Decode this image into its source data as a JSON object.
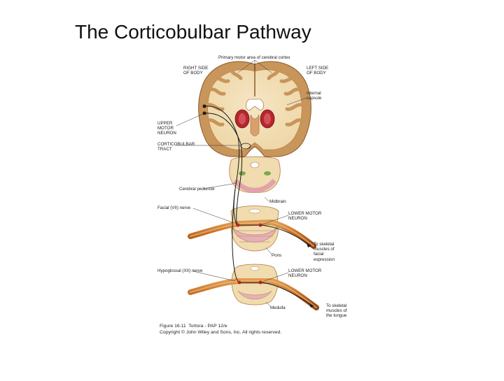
{
  "slide": {
    "title": "The Corticobulbar Pathway"
  },
  "figure": {
    "labels": {
      "primary_motor_area": "Primary motor area of cerebral cortex",
      "right_side": "RIGHT SIDE\nOF BODY",
      "left_side": "LEFT SIDE\nOF BODY",
      "internal_capsule": "Internal\ncapsule",
      "upper_motor_neuron": "UPPER\nMOTOR\nNEURON",
      "corticobulbar_tract": "CORTICOBULBAR\nTRACT",
      "cerebral_peduncle": "Cerebral peduncle",
      "midbrain": "Midbrain",
      "facial_nerve": "Facial (VII) nerve",
      "lower_motor_neuron_1": "LOWER MOTOR\nNEURON",
      "skeletal_facial": "To skeletal\nmuscles of\nfacial\nexpression",
      "pons": "Pons",
      "hypoglossal_nerve": "Hypoglossal (XII) nerve",
      "lower_motor_neuron_2": "LOWER MOTOR\nNEURON",
      "skeletal_tongue": "To skeletal\nmuscles of\nthe tongue",
      "medulla": "Medulla"
    },
    "caption": {
      "line1": "Figure 16.11  Tortora - PAP 12/e",
      "line2": "Copyright © John Wiley and Sons, Inc. All rights reserved."
    },
    "colors": {
      "gray_matter": "#c8955a",
      "white_matter": "#f3dfb8",
      "basal_nuclei": "#b5262e",
      "nerve": "#c8742a",
      "neuron_pink": "#e7b0b8",
      "pathway": "#1a1a1a"
    }
  }
}
